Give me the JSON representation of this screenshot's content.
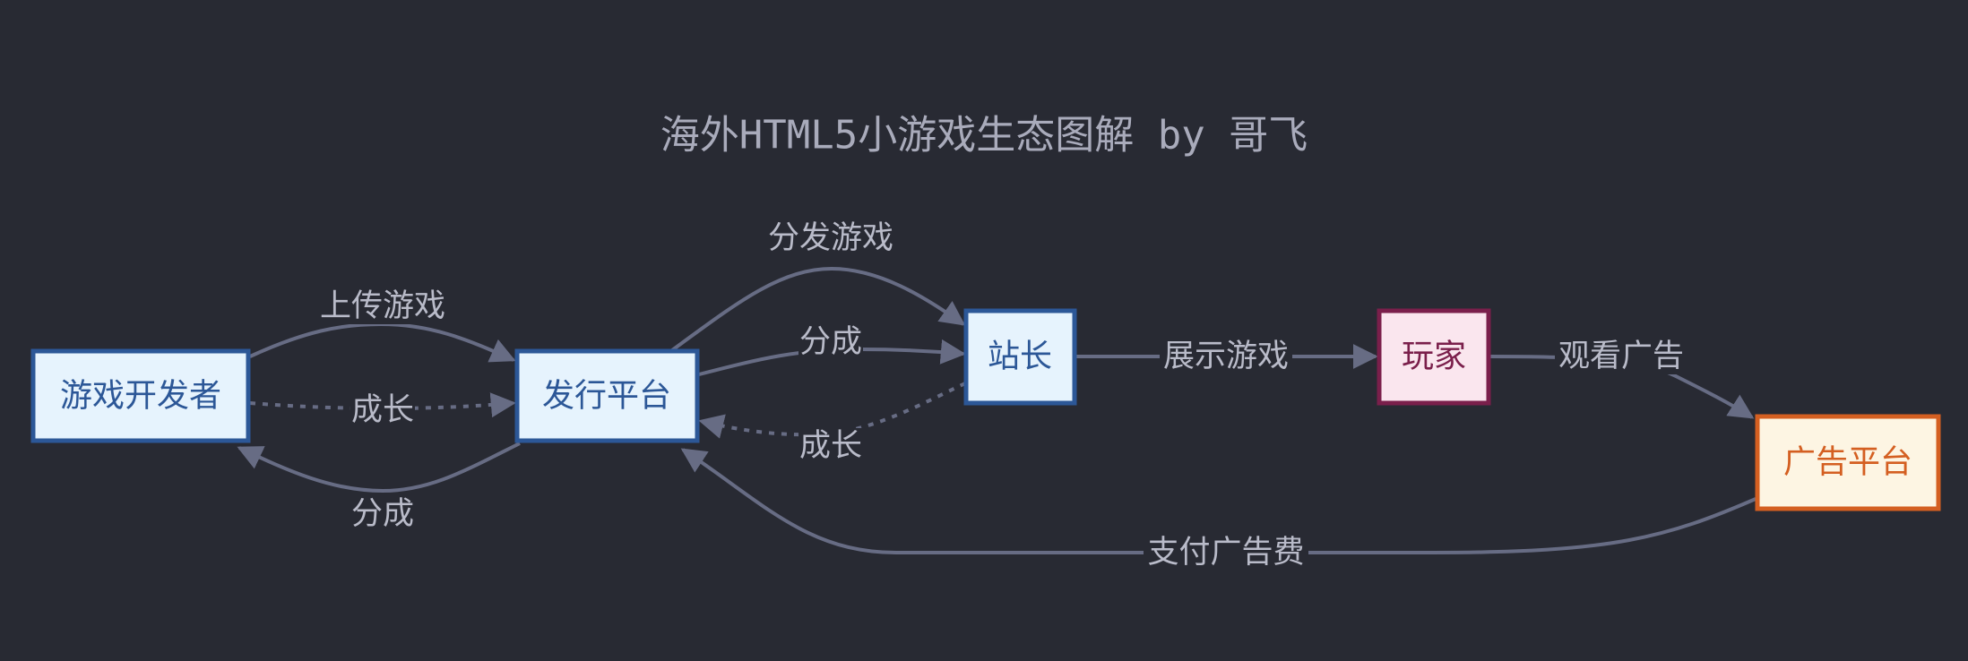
{
  "title": "海外HTML5小游戏生态图解 by 哥飞",
  "nodes": {
    "developer": "游戏开发者",
    "publisher": "发行平台",
    "webmaster": "站长",
    "player": "玩家",
    "ad_platform": "广告平台"
  },
  "edges": {
    "upload_game": "上传游戏",
    "dev_growth": "成长",
    "dev_revenue_share": "分成",
    "distribute_game": "分发游戏",
    "webmaster_revenue_share": "分成",
    "webmaster_growth": "成长",
    "show_game": "展示游戏",
    "watch_ads": "观看广告",
    "pay_ad_fee": "支付广告费"
  },
  "colors": {
    "background": "#282a33",
    "edge": "#676c84",
    "blue_node_fill": "#e6f3fd",
    "blue_node_stroke": "#2c5797",
    "player_fill": "#fae6ee",
    "player_stroke": "#7a1f4b",
    "ad_fill": "#fdf5e3",
    "ad_stroke": "#d45f21"
  }
}
